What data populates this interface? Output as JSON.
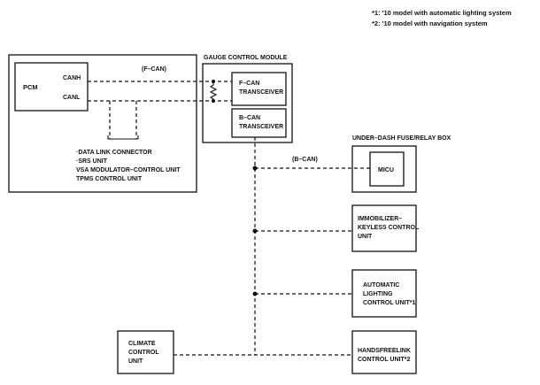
{
  "notes": [
    "*1: '10 model with automatic lighting system",
    "*2: '10 model with navigation system"
  ],
  "left_module": {
    "pcm": "PCM",
    "canh": "CANH",
    "canl": "CANL",
    "fcan_label": "(F–CAN)",
    "units": [
      "·DATA LINK CONNECTOR",
      "·SRS UNIT",
      "VSA MODULATOR–CONTROL UNIT",
      "TPMS CONTROL UNIT"
    ]
  },
  "gauge_module": {
    "title": "GAUGE CONTROL MODULE",
    "fcan_transceiver": [
      "F–CAN",
      "TRANSCEIVER"
    ],
    "bcan_transceiver": [
      "B–CAN",
      "TRANSCEIVER"
    ]
  },
  "bcan_label": "(B–CAN)",
  "fuse_box": {
    "title": "UNDER–DASH FUSE/RELAY BOX",
    "micu": "MICU"
  },
  "immobilizer": [
    "IMMOBILIZER–",
    "KEYLESS CONTROL",
    "UNIT"
  ],
  "auto_lighting": [
    "AUTOMATIC",
    "LIGHTING",
    "CONTROL UNIT*1"
  ],
  "climate": [
    "CLIMATE",
    "CONTROL",
    "UNIT"
  ],
  "handsfreelink": [
    "HANDSFREELINK",
    "CONTROL UNIT*2"
  ]
}
